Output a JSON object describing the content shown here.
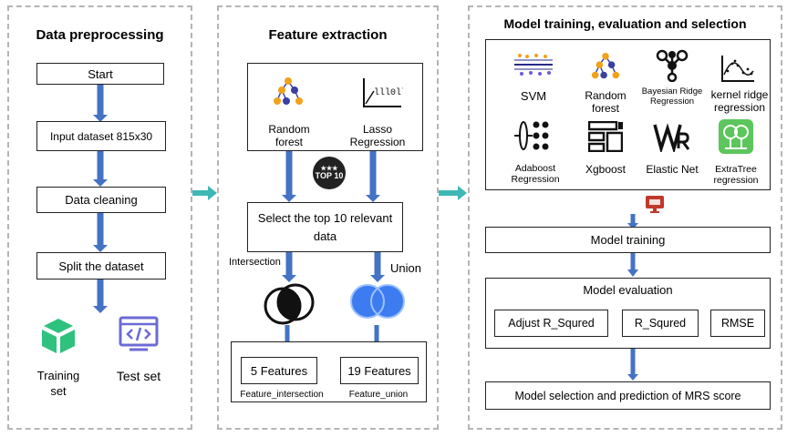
{
  "panels": {
    "preprocessing": {
      "title": "Data preprocessing",
      "steps": [
        "Start",
        "Input dataset 815x30",
        "Data cleaning",
        "Split the dataset"
      ],
      "outputs": [
        "Training set",
        "Test set"
      ]
    },
    "feature": {
      "title": "Feature extraction",
      "methods": [
        "Random forest",
        "Lasso Regression"
      ],
      "badge": "TOP 10",
      "icon_text": "lll0ll1",
      "select": "Select the top 10 relevant data",
      "intersection": "Intersection",
      "union": "Union",
      "results": [
        "5 Features",
        "19 Features"
      ],
      "captions": [
        "Feature_intersection",
        "Feature_union"
      ]
    },
    "model": {
      "title": "Model training, evaluation and selection",
      "models": {
        "svm": "SVM",
        "rf": "Random forest",
        "bayes": "Bayesian Ridge Regression",
        "krr": "kernel ridge regression",
        "ada": "Adaboost Regression",
        "xgb": "Xgboost",
        "en": "Elastic Net",
        "et": "ExtraTree regression"
      },
      "training": "Model training",
      "evaluation": "Model evaluation",
      "metrics": [
        "Adjust R_Squred",
        "R_Squred",
        "RMSE"
      ],
      "selection": "Model selection and prediction of MRS score"
    }
  },
  "colors": {
    "arrow_blue": "#4472c4",
    "connector_teal": "#3fb7b5",
    "green": "#2ec27e",
    "purple": "#6b6bd6",
    "union_blue": "#3c7cf0",
    "panel_border": "#b5b5b5"
  }
}
